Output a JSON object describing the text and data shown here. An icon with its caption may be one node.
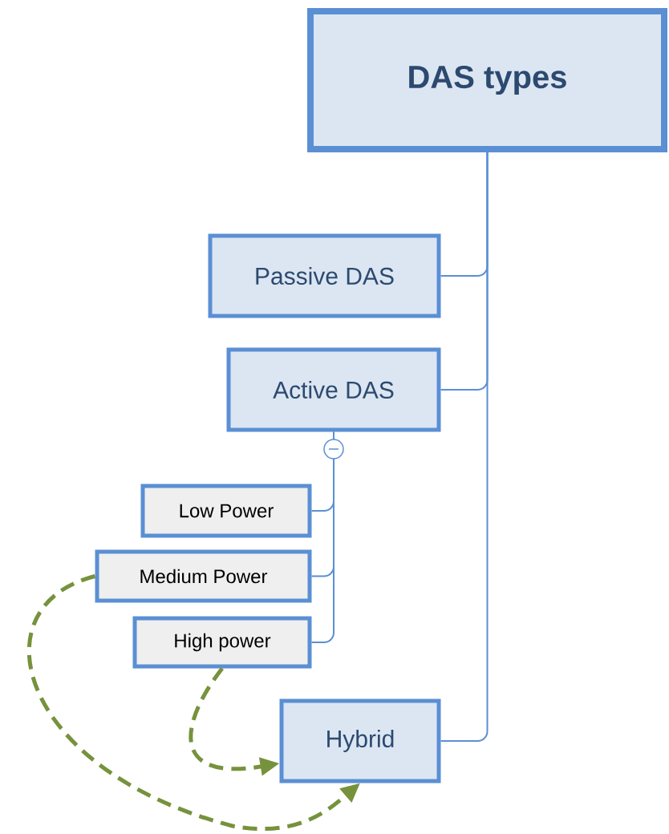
{
  "diagram": {
    "nodes": [
      {
        "text": [
          "DAS types"
        ]
      },
      {
        "text": [
          "Passive DAS"
        ]
      },
      {
        "text": [
          "Active DAS"
        ]
      },
      {
        "text": [
          "Low Power"
        ]
      },
      {
        "text": [
          "Medium Power"
        ]
      },
      {
        "text": [
          "High power"
        ]
      },
      {
        "text": [
          "Hybrid"
        ]
      }
    ],
    "edges": [
      {
        "from": 0,
        "to": 1,
        "arrow": "none"
      },
      {
        "from": 0,
        "to": 2,
        "arrow": "none"
      },
      {
        "from": 0,
        "to": 6,
        "arrow": "none"
      },
      {
        "from": 2,
        "to": 3,
        "arrow": "none"
      },
      {
        "from": 2,
        "to": 4,
        "arrow": "none"
      },
      {
        "from": 2,
        "to": 5,
        "arrow": "none"
      },
      {
        "from": 5,
        "to": 6,
        "arrow": "to",
        "style": "dashed",
        "color": "#76923c"
      },
      {
        "from": 4,
        "to": 6,
        "arrow": "to",
        "style": "dashed",
        "color": "#76923c"
      }
    ]
  }
}
